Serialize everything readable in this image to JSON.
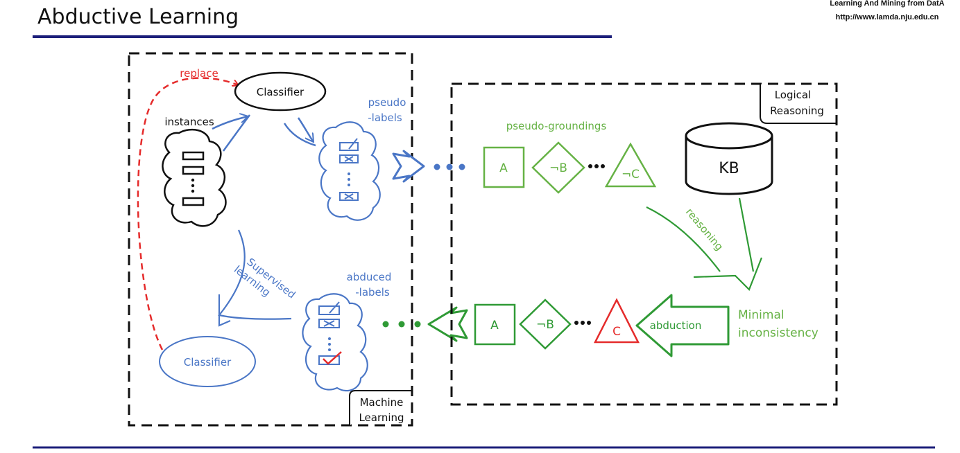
{
  "header": {
    "title": "Abductive Learning",
    "lab_name": "Learning And Mining from DatA",
    "lab_url": "http://www.lamda.nju.edu.cn"
  },
  "machine_learning": {
    "box_label_line1": "Machine",
    "box_label_line2": "Learning",
    "replace_label": "replace",
    "classifier_top": "Classifier",
    "classifier_bottom": "Classifier",
    "instances_label": "instances",
    "pseudo_labels_line1": "pseudo",
    "pseudo_labels_line2": "-labels",
    "abduced_labels_line1": "abduced",
    "abduced_labels_line2": "-labels",
    "supervised_line1": "Supervised",
    "supervised_line2": "learning"
  },
  "logical_reasoning": {
    "box_label_line1": "Logical",
    "box_label_line2": "Reasoning",
    "pseudo_groundings_label": "pseudo-groundings",
    "kb_label": "KB",
    "reasoning_label": "reasoning",
    "minimal_line1": "Minimal",
    "minimal_line2": "inconsistency",
    "abduction_label": "abduction",
    "top_symbols": {
      "a": "A",
      "b": "¬B",
      "c": "¬C"
    },
    "bottom_symbols": {
      "a": "A",
      "b": "¬B",
      "c": "C"
    }
  },
  "colors": {
    "black": "#111111",
    "blue": "#4a76c6",
    "light_green": "#66b245",
    "dark_green": "#2f9a35",
    "red": "#e52b2b",
    "navy_rule": "#1c1f7a"
  }
}
